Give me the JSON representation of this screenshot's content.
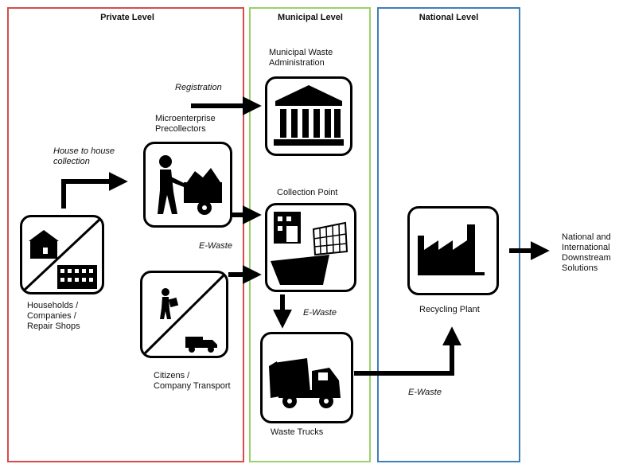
{
  "levels": {
    "private": {
      "title": "Private Level",
      "color": "#d94a4a"
    },
    "municipal": {
      "title": "Municipal Level",
      "color": "#9bd06a"
    },
    "national": {
      "title": "National Level",
      "color": "#3f7fb8"
    }
  },
  "nodes": {
    "households": {
      "label": "Households /\nCompanies /\nRepair Shops",
      "icon": "house-and-building-icon"
    },
    "precollectors": {
      "label": "Microenterprise\nPrecollectors",
      "icon": "worker-with-cart-icon"
    },
    "citizens": {
      "label": "Citizens /\nCompany Transport",
      "icon": "person-and-truck-icon"
    },
    "administration": {
      "label": "Municipal Waste\nAdministration",
      "icon": "government-building-icon"
    },
    "collection_point": {
      "label": "Collection Point",
      "icon": "collection-facility-icon"
    },
    "waste_trucks": {
      "label": "Waste Trucks",
      "icon": "garbage-truck-icon"
    },
    "recycling_plant": {
      "label": "Recycling Plant",
      "icon": "factory-icon"
    },
    "downstream": {
      "label": "National and\nInternational\nDownstream\nSolutions"
    }
  },
  "edge_labels": {
    "registration": "Registration",
    "house_collection": "House to house\ncollection",
    "ewaste_1": "E-Waste",
    "ewaste_2": "E-Waste",
    "ewaste_3": "E-Waste"
  }
}
